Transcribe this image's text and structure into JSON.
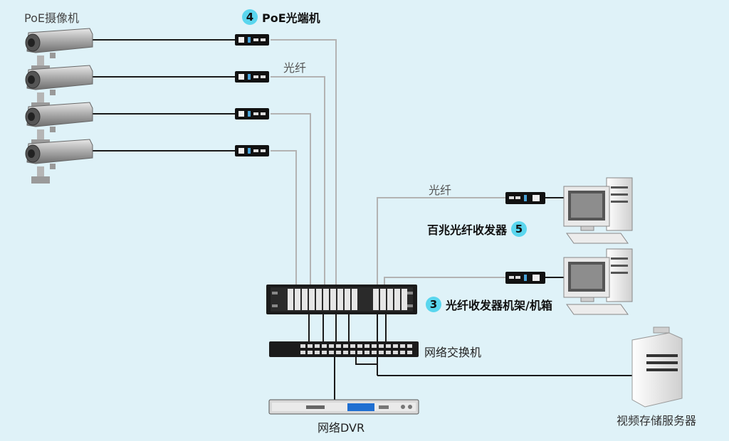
{
  "labels": {
    "poe_camera": "PoE摄像机",
    "poe_optical_terminal": "PoE光端机",
    "fiber_top": "光纤",
    "fiber_right": "光纤",
    "media_converter": "百兆光纤收发器",
    "converter_rack": "光纤收发器机架/机箱",
    "network_switch": "网络交换机",
    "network_dvr": "网络DVR",
    "storage_server": "视频存储服务器"
  },
  "badges": {
    "terminal": "4",
    "converter": "5",
    "rack": "3"
  },
  "colors": {
    "background": "#dff2f8",
    "badge": "#5ad6ee",
    "fiber": "#b3b3b3",
    "cable": "#1a1a1a"
  }
}
